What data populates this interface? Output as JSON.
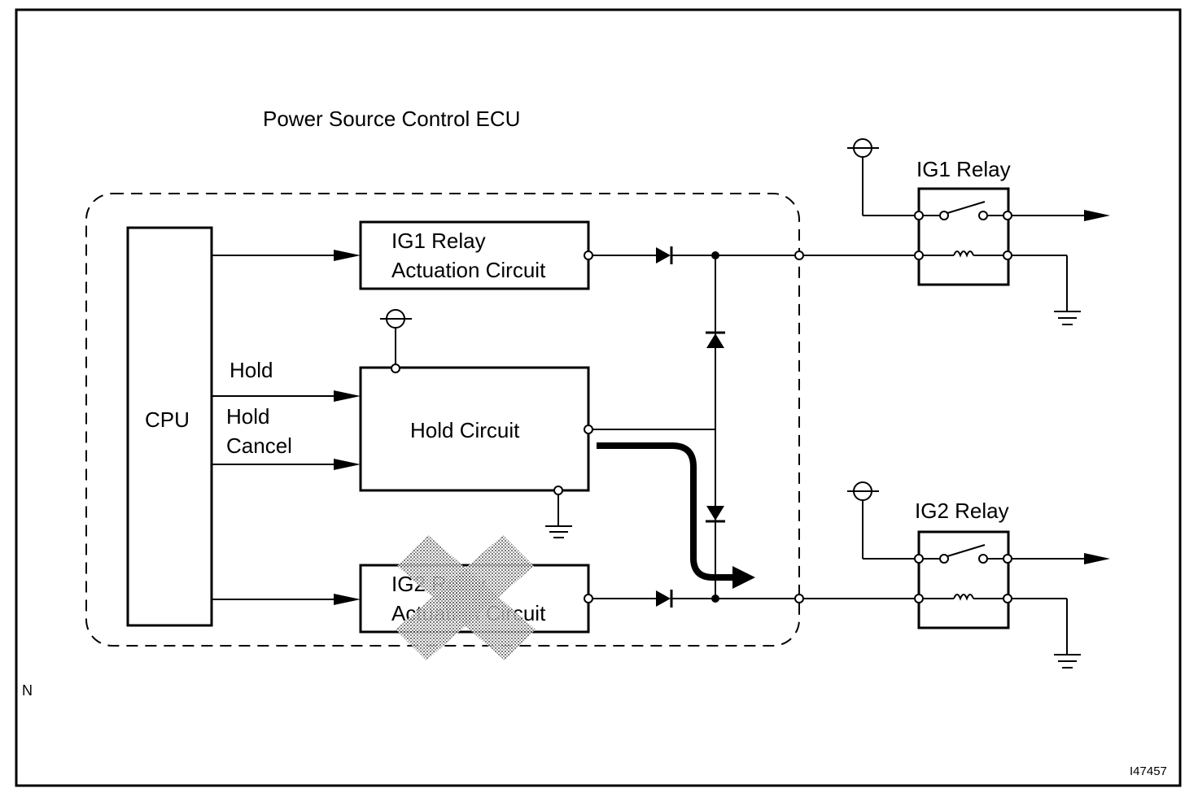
{
  "diagram": {
    "title": "Power Source Control ECU",
    "cpu_label": "CPU",
    "ig1_circuit": {
      "line1": "IG1 Relay",
      "line2": "Actuation Circuit"
    },
    "ig2_circuit": {
      "line1": "IG2 Relay",
      "line2": "Actuation Circuit"
    },
    "hold_circuit": "Hold Circuit",
    "signal_hold": "Hold",
    "signal_hold_cancel": {
      "line1": "Hold",
      "line2": "Cancel"
    },
    "ig1_relay": "IG1 Relay",
    "ig2_relay": "IG2 Relay",
    "corner_mark": "N",
    "figure_id": "I47457",
    "colors": {
      "line": "#000000",
      "background": "#ffffff",
      "cross_hatch": "#808080"
    }
  }
}
